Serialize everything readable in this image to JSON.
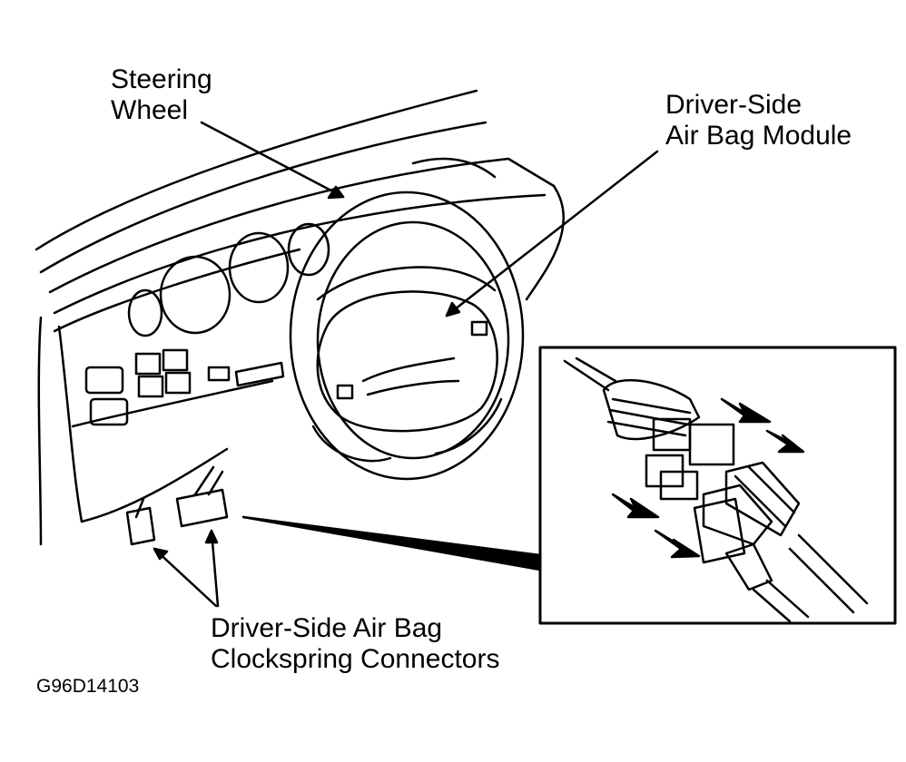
{
  "labels": {
    "steering_wheel": [
      "Steering",
      "Wheel"
    ],
    "air_bag_module": [
      "Driver-Side",
      "Air Bag Module"
    ],
    "clockspring_connectors": [
      "Driver-Side Air Bag",
      "Clockspring Connectors"
    ]
  },
  "figure_code": "G96D14103"
}
